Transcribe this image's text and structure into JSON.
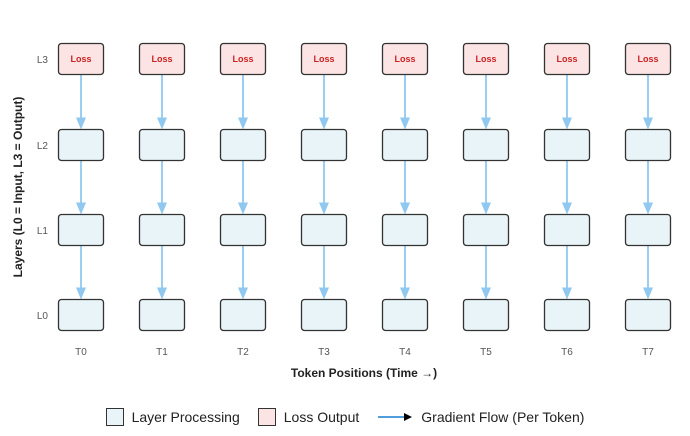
{
  "loss_label": "Loss",
  "layers": [
    "L0",
    "L1",
    "L2",
    "L3"
  ],
  "tokens": [
    "T0",
    "T1",
    "T2",
    "T3",
    "T4",
    "T5",
    "T6",
    "T7"
  ],
  "x_axis_title": "Token Positions (Time →)",
  "y_axis_title": "Layers (L0 = Input, L3 = Output)",
  "legend": {
    "layer_processing": "Layer Processing",
    "loss_output": "Loss Output",
    "gradient_flow": "Gradient Flow (Per Token)"
  },
  "colors": {
    "layer_fill": "#e8f4f8",
    "loss_fill": "#fde4e4",
    "loss_text": "#cc2222",
    "arrow": "#90c8f0",
    "border": "#333333"
  }
}
